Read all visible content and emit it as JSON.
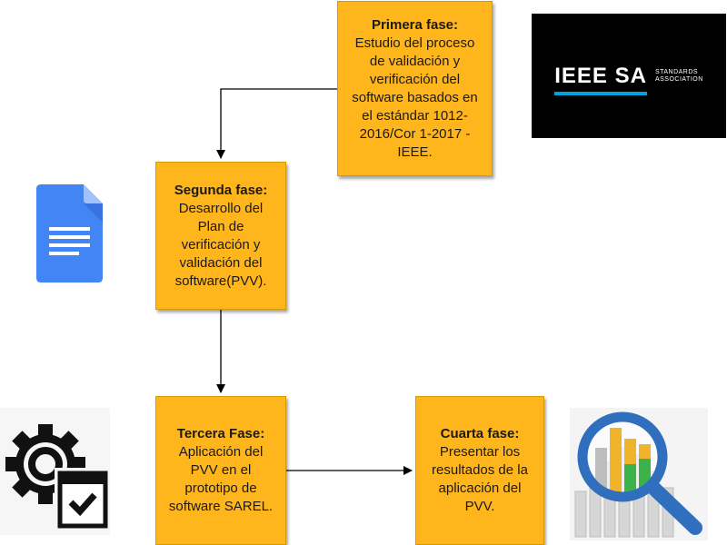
{
  "phases": [
    {
      "title": "Primera fase:",
      "text": "Estudio del proceso\nde validación y\nverificación del\nsoftware basados en\nel estándar 1012-\n2016/Cor 1-2017 -\nIEEE."
    },
    {
      "title": "Segunda fase:",
      "text": "Desarrollo del\nPlan de\nverificación y\nvalidación del\nsoftware(PVV)."
    },
    {
      "title": "Tercera Fase:",
      "text": "Aplicación del\nPVV en el\nprototipo de\nsoftware SAREL."
    },
    {
      "title": "Cuarta fase:",
      "text": "Presentar los\nresultados de la\naplicación del\nPVV."
    }
  ],
  "logo": {
    "wordmark": "IEEE SA",
    "subtitle_line1": "STANDARDS",
    "subtitle_line2": "ASSOCIATION"
  },
  "colors": {
    "box_fill": "#ffb61d",
    "box_border": "#d79b00",
    "doc_blue": "#4285f4",
    "magnifier_blue": "#2f6fbd"
  },
  "icons": [
    "google-docs-icon",
    "gear-checklist-icon",
    "magnifier-chart-icon"
  ]
}
